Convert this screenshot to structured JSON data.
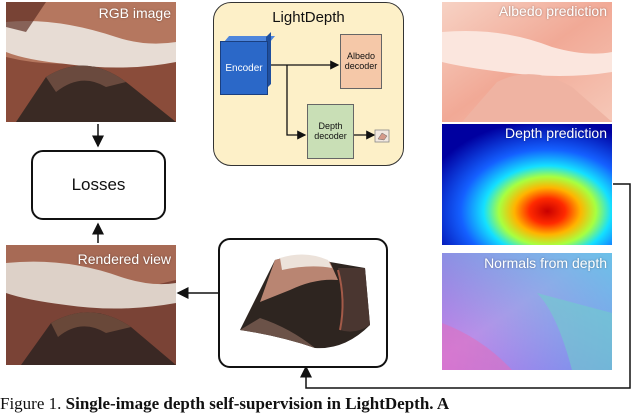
{
  "images": {
    "rgb_label": "RGB image",
    "rendered_label": "Rendered view",
    "albedo_label": "Albedo prediction",
    "depth_label": "Depth prediction",
    "normals_label": "Normals from depth"
  },
  "losses_label": "Losses",
  "lightdepth": {
    "title": "LightDepth",
    "encoder_label": "Encoder",
    "albedo_decoder_line1": "Albedo",
    "albedo_decoder_line2": "decoder",
    "depth_decoder_line1": "Depth",
    "depth_decoder_line2": "decoder"
  },
  "caption": {
    "prefix": "Figure 1.",
    "bold": "Single-image depth self-supervision in LightDepth. A"
  }
}
